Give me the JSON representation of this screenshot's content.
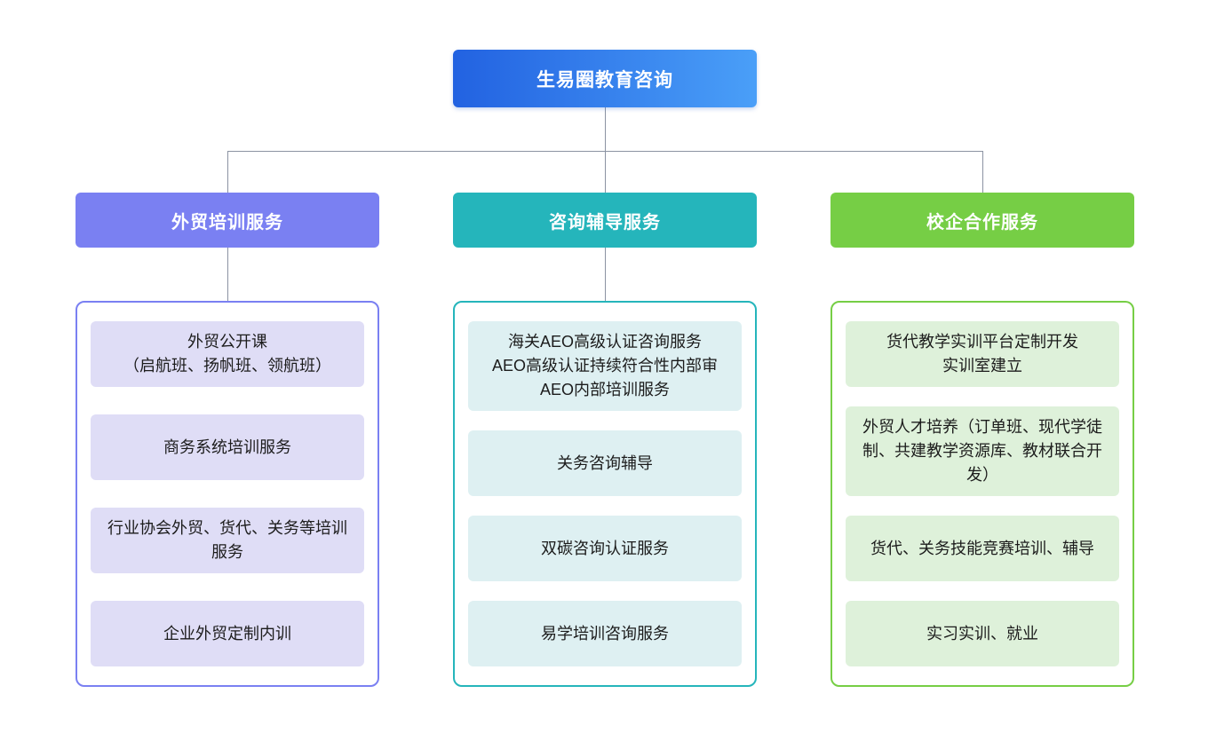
{
  "root": {
    "title": "生易圈教育咨询"
  },
  "colors": {
    "background": "#ffffff",
    "connector_line": "#8b93a2",
    "root_gradient_start": "#2262e1",
    "root_gradient_end": "#4a9ff8"
  },
  "branches": [
    {
      "header": "外贸培训服务",
      "colors": {
        "accent": "#7a80f2",
        "tint": "#dfddf6"
      },
      "items": [
        "外贸公开课\n（启航班、扬帆班、领航班）",
        "商务系统培训服务",
        "行业协会外贸、货代、关务等培训服务",
        "企业外贸定制内训"
      ]
    },
    {
      "header": "咨询辅导服务",
      "colors": {
        "accent": "#25b5bb",
        "tint": "#def0f2"
      },
      "items": [
        "海关AEO高级认证咨询服务\nAEO高级认证持续符合性内部审\nAEO内部培训服务",
        "关务咨询辅导",
        "双碳咨询认证服务",
        "易学培训咨询服务"
      ]
    },
    {
      "header": "校企合作服务",
      "colors": {
        "accent": "#76ce45",
        "tint": "#def1da"
      },
      "items": [
        "货代教学实训平台定制开发\n实训室建立",
        "外贸人才培养（订单班、现代学徒制、共建教学资源库、教材联合开发）",
        "货代、关务技能竞赛培训、辅导",
        "实习实训、就业"
      ]
    }
  ]
}
